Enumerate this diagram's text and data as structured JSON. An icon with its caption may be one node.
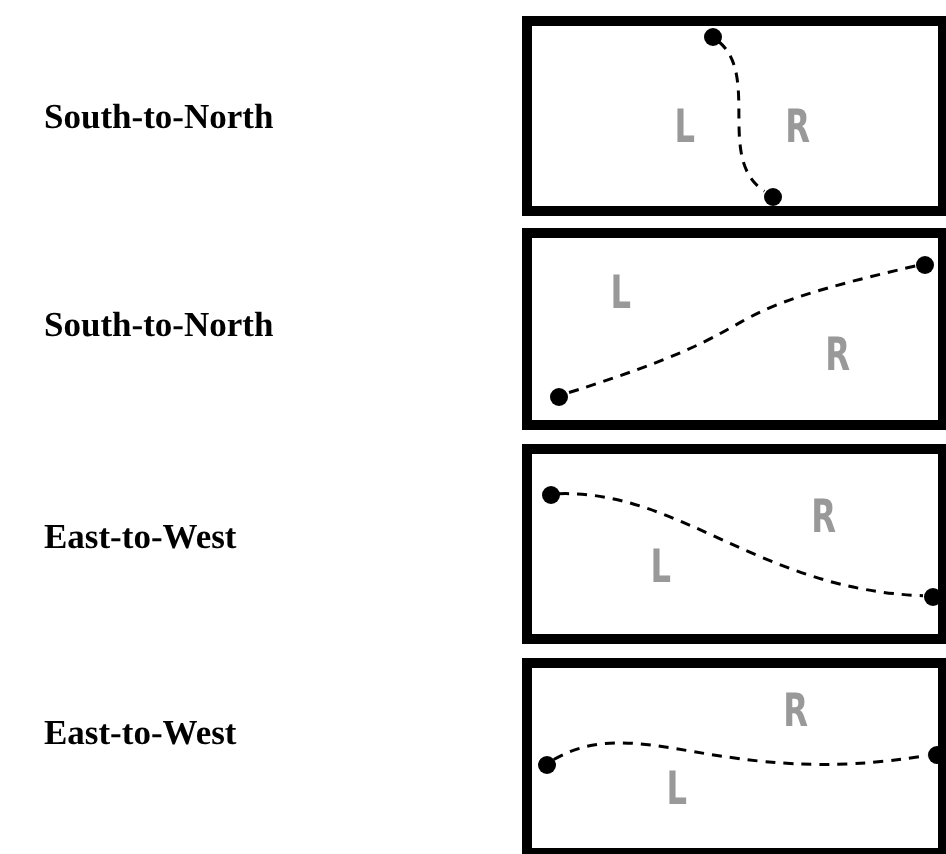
{
  "diagram": {
    "nodes": [
      {
        "text": [
          "L",
          "R"
        ]
      },
      {
        "text": [],
        "shape": "circle",
        "in": 0
      },
      {
        "text": [],
        "shape": "circle",
        "in": 0
      },
      {
        "text": [
          "L",
          "R"
        ]
      },
      {
        "text": [],
        "shape": "circle",
        "in": 3
      },
      {
        "text": [],
        "shape": "circle",
        "in": 3
      },
      {
        "text": [
          "L",
          "R"
        ]
      },
      {
        "text": [],
        "shape": "circle",
        "in": 6
      },
      {
        "text": [],
        "shape": "circle",
        "in": 6
      },
      {
        "text": [
          "R",
          "L"
        ]
      },
      {
        "text": [],
        "shape": "circle",
        "in": 9
      },
      {
        "text": [],
        "shape": "circle",
        "in": 9
      }
    ],
    "edges": [
      {
        "from": 1,
        "to": 2,
        "arrow": "none",
        "style": "dashed"
      },
      {
        "from": 4,
        "to": 5,
        "arrow": "none",
        "style": "dashed"
      },
      {
        "from": 7,
        "to": 8,
        "arrow": "none",
        "style": "dashed"
      },
      {
        "from": 10,
        "to": 11,
        "arrow": "none",
        "style": "dashed"
      }
    ],
    "labels": [
      "South-to-North",
      "South-to-North",
      "East-to-West",
      "East-to-West"
    ]
  }
}
